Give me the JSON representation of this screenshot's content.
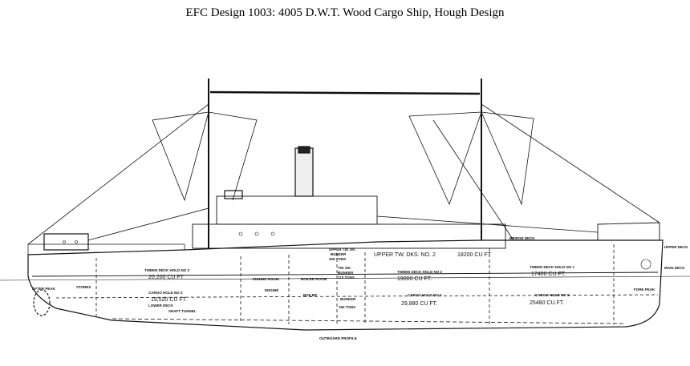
{
  "title": "EFC Design 1003:  4005 D.W.T. Wood Cargo Ship, Hough Design",
  "drawing": {
    "profile_label": "OUTBOARD PROFILE",
    "decks": {
      "bridge": "BRIDGE DECK",
      "upper": "UPPER DECK",
      "main": "MAIN DECK"
    },
    "spaces": {
      "after_peak": "AFTER PEAK",
      "stores": "STORES",
      "tween3_name": "TWEEN DECK HOLD NO 3",
      "tween3_vol": "20,200 CU FT",
      "hold3_name": "CARGO HOLD NO 3",
      "hold3_vol": "19,520 CU FT.",
      "lower_deck": "LOWER DECK",
      "shaft_tunnel": "SHAFT TUNNEL",
      "engine_room": "ENGINE ROOM",
      "engine": "ENGINE",
      "boiler_room": "BOILER ROOM",
      "boiler": "BOILER",
      "upper_bunker": [
        "UPPER TW. DK.",
        "BUNKER",
        "200 TONS"
      ],
      "tw_bunker": [
        "TW. DK.",
        "BUNKER",
        "110 TONS"
      ],
      "bunker_name": "BUNKER",
      "bunker_tons": "150 TONS",
      "upper_tw2": "UPPER TW. DKS. NO. 2",
      "upper_tw2_vol": "18200 CU FT",
      "tween2_name": "TWEEN DECK HOLD NO 2",
      "tween2_vol": "19000 CU FT.",
      "hold2_name": "CARGO HOLD NO 2",
      "hold2_vol": "29,880 CU FT.",
      "tween1_name": "TWEEN DECK HOLD NO 1",
      "tween1_vol": "17400 CU.FT.",
      "hold1_name": "CARGO HOLD NO 1",
      "hold1_vol": "25480 CU.FT.",
      "fore_peak": "FORE PEAK"
    }
  }
}
